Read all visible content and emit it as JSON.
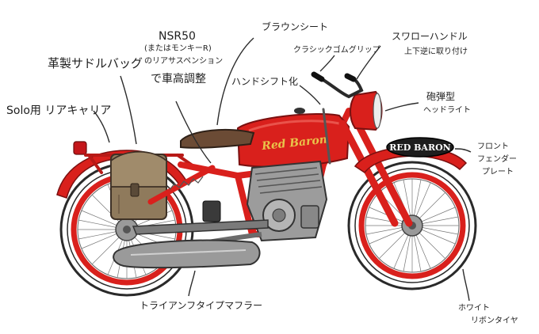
{
  "labels": {
    "saddle_bag": "革製サドルバッグ",
    "rear_carrier": "Solo用 リアキャリア",
    "nsr50_line1": "NSR50",
    "nsr50_line2": "(またはモンキーR)",
    "nsr50_line3": "のリアサスペンション",
    "nsr50_line4": "で車高調整",
    "brown_seat": "ブラウンシート",
    "classic_grip": "クラシックゴムグリップ",
    "hand_shift": "ハンドシフト化",
    "swallow_handle_line1": "スワローハンドル",
    "swallow_handle_line2": "上下逆に取り付け",
    "headlight_line1": "砲弾型",
    "headlight_line2": "ヘッドライト",
    "fender_plate_line1": "フロント",
    "fender_plate_line2": "フェンダー",
    "fender_plate_line3": "プレート",
    "muffler": "トライアンフタイプマフラー",
    "whitewall_line1": "ホワイト",
    "whitewall_line2": "リボンタイヤ"
  },
  "bike": {
    "tank_text": "Red Baron",
    "fender_plate_text": "RED BARON"
  },
  "colors": {
    "frame_red": "#d9201c",
    "dark_red": "#9e1210",
    "seat_brown": "#6b4b35",
    "bag_tan": "#8f7a5c",
    "metal_gray": "#8e8e8e",
    "tire_dark": "#2a2a2a",
    "tank_gold": "#e9c24a"
  }
}
